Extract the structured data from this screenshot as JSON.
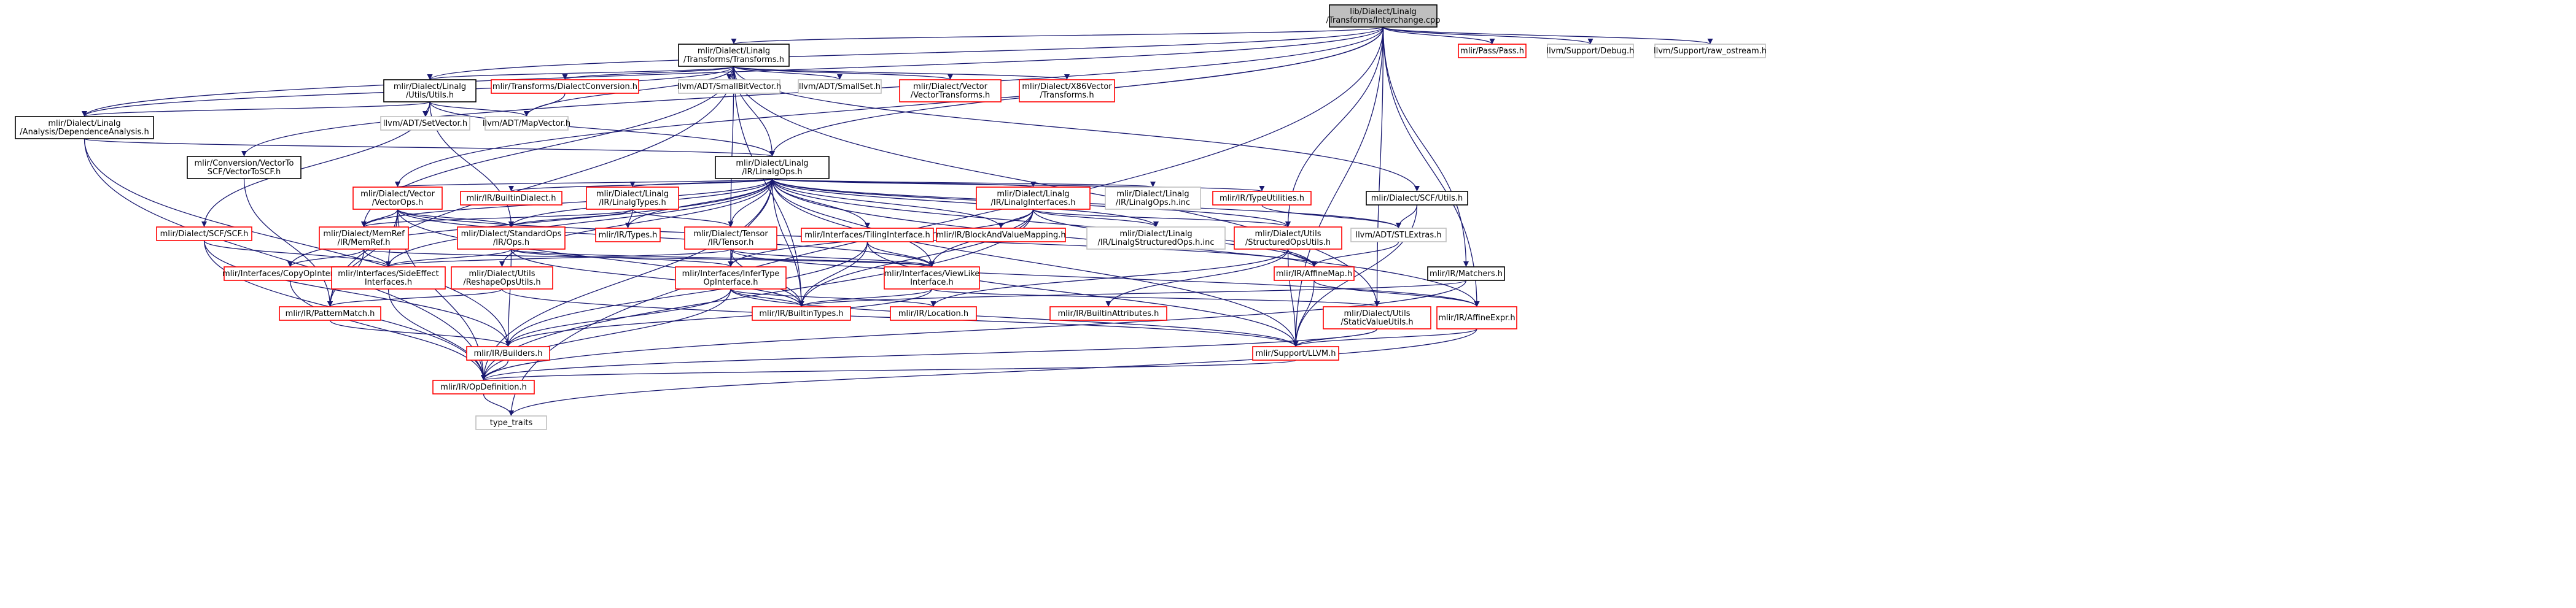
{
  "colors": {
    "root_fill": "#bfbfbf",
    "root_border": "#000000",
    "documented_border": "#000000",
    "red_border": "#ff0000",
    "gray_border": "#bfbfbf",
    "edge": "#191970",
    "text": "#000000"
  },
  "nodes": [
    {
      "id": "root",
      "lines": [
        "lib/Dialect/Linalg",
        "/Transforms/Interchange.cpp"
      ],
      "style": "root"
    },
    {
      "id": "transforms",
      "lines": [
        "mlir/Dialect/Linalg",
        "/Transforms/Transforms.h"
      ],
      "style": "doc"
    },
    {
      "id": "pass",
      "lines": [
        "mlir/Pass/Pass.h"
      ],
      "style": "red"
    },
    {
      "id": "debug",
      "lines": [
        "llvm/Support/Debug.h"
      ],
      "style": "gray"
    },
    {
      "id": "raw_ostream",
      "lines": [
        "llvm/Support/raw_ostream.h"
      ],
      "style": "gray"
    },
    {
      "id": "utils",
      "lines": [
        "mlir/Dialect/Linalg",
        "/Utils/Utils.h"
      ],
      "style": "doc"
    },
    {
      "id": "dialectconv",
      "lines": [
        "mlir/Transforms/DialectConversion.h"
      ],
      "style": "red"
    },
    {
      "id": "smallbitvector",
      "lines": [
        "llvm/ADT/SmallBitVector.h"
      ],
      "style": "gray"
    },
    {
      "id": "smallset",
      "lines": [
        "llvm/ADT/SmallSet.h"
      ],
      "style": "gray"
    },
    {
      "id": "vectortransforms",
      "lines": [
        "mlir/Dialect/Vector",
        "/VectorTransforms.h"
      ],
      "style": "red"
    },
    {
      "id": "x86vector",
      "lines": [
        "mlir/Dialect/X86Vector",
        "/Transforms.h"
      ],
      "style": "red"
    },
    {
      "id": "depanalysis",
      "lines": [
        "mlir/Dialect/Linalg",
        "/Analysis/DependenceAnalysis.h"
      ],
      "style": "doc"
    },
    {
      "id": "setvector",
      "lines": [
        "llvm/ADT/SetVector.h"
      ],
      "style": "gray"
    },
    {
      "id": "mapvector",
      "lines": [
        "llvm/ADT/MapVector.h"
      ],
      "style": "gray"
    },
    {
      "id": "conv_vectorscf",
      "lines": [
        "mlir/Conversion/VectorTo",
        "SCF/VectorToSCF.h"
      ],
      "style": "doc"
    },
    {
      "id": "linalgops",
      "lines": [
        "mlir/Dialect/Linalg",
        "/IR/LinalgOps.h"
      ],
      "style": "doc"
    },
    {
      "id": "vectorops",
      "lines": [
        "mlir/Dialect/Vector",
        "/VectorOps.h"
      ],
      "style": "red"
    },
    {
      "id": "builtindialect",
      "lines": [
        "mlir/IR/BuiltinDialect.h"
      ],
      "style": "red"
    },
    {
      "id": "linalgtypes",
      "lines": [
        "mlir/Dialect/Linalg",
        "/IR/LinalgTypes.h"
      ],
      "style": "red"
    },
    {
      "id": "linalginterfaces",
      "lines": [
        "mlir/Dialect/Linalg",
        "/IR/LinalgInterfaces.h"
      ],
      "style": "red"
    },
    {
      "id": "linalgopsinc",
      "lines": [
        "mlir/Dialect/Linalg",
        "/IR/LinalgOps.h.inc"
      ],
      "style": "gray"
    },
    {
      "id": "typeutilities",
      "lines": [
        "mlir/IR/TypeUtilities.h"
      ],
      "style": "red"
    },
    {
      "id": "scfutils",
      "lines": [
        "mlir/Dialect/SCF/Utils.h"
      ],
      "style": "doc"
    },
    {
      "id": "scf",
      "lines": [
        "mlir/Dialect/SCF/SCF.h"
      ],
      "style": "red"
    },
    {
      "id": "memref",
      "lines": [
        "mlir/Dialect/MemRef",
        "/IR/MemRef.h"
      ],
      "style": "red"
    },
    {
      "id": "standardops",
      "lines": [
        "mlir/Dialect/StandardOps",
        "/IR/Ops.h"
      ],
      "style": "red"
    },
    {
      "id": "irtypes",
      "lines": [
        "mlir/IR/Types.h"
      ],
      "style": "red"
    },
    {
      "id": "tensor",
      "lines": [
        "mlir/Dialect/Tensor",
        "/IR/Tensor.h"
      ],
      "style": "red"
    },
    {
      "id": "tilinginterface",
      "lines": [
        "mlir/Interfaces/TilingInterface.h"
      ],
      "style": "red"
    },
    {
      "id": "blockandvalue",
      "lines": [
        "mlir/IR/BlockAndValueMapping.h"
      ],
      "style": "red"
    },
    {
      "id": "structuredopsinc",
      "lines": [
        "mlir/Dialect/Linalg",
        "/IR/LinalgStructuredOps.h.inc"
      ],
      "style": "gray"
    },
    {
      "id": "structuredopsutils",
      "lines": [
        "mlir/Dialect/Utils",
        "/StructuredOpsUtils.h"
      ],
      "style": "red"
    },
    {
      "id": "stlextras",
      "lines": [
        "llvm/ADT/STLExtras.h"
      ],
      "style": "gray"
    },
    {
      "id": "copyopinterface",
      "lines": [
        "mlir/Interfaces/CopyOpInterface.h"
      ],
      "style": "red"
    },
    {
      "id": "sideeffect",
      "lines": [
        "mlir/Interfaces/SideEffect",
        "Interfaces.h"
      ],
      "style": "red"
    },
    {
      "id": "reshapeopsutils",
      "lines": [
        "mlir/Dialect/Utils",
        "/ReshapeOpsUtils.h"
      ],
      "style": "red"
    },
    {
      "id": "infertype",
      "lines": [
        "mlir/Interfaces/InferType",
        "OpInterface.h"
      ],
      "style": "red"
    },
    {
      "id": "viewlike",
      "lines": [
        "mlir/Interfaces/ViewLike",
        "Interface.h"
      ],
      "style": "red"
    },
    {
      "id": "affinemap",
      "lines": [
        "mlir/IR/AffineMap.h"
      ],
      "style": "red"
    },
    {
      "id": "matchers",
      "lines": [
        "mlir/IR/Matchers.h"
      ],
      "style": "doc"
    },
    {
      "id": "patternmatch",
      "lines": [
        "mlir/IR/PatternMatch.h"
      ],
      "style": "red"
    },
    {
      "id": "builtintypes",
      "lines": [
        "mlir/IR/BuiltinTypes.h"
      ],
      "style": "red"
    },
    {
      "id": "location",
      "lines": [
        "mlir/IR/Location.h"
      ],
      "style": "red"
    },
    {
      "id": "builtinattributes",
      "lines": [
        "mlir/IR/BuiltinAttributes.h"
      ],
      "style": "red"
    },
    {
      "id": "staticvalueutils",
      "lines": [
        "mlir/Dialect/Utils",
        "/StaticValueUtils.h"
      ],
      "style": "red"
    },
    {
      "id": "affineexpr",
      "lines": [
        "mlir/IR/AffineExpr.h"
      ],
      "style": "red"
    },
    {
      "id": "builders",
      "lines": [
        "mlir/IR/Builders.h"
      ],
      "style": "red"
    },
    {
      "id": "llvm",
      "lines": [
        "mlir/Support/LLVM.h"
      ],
      "style": "red"
    },
    {
      "id": "opdefinition",
      "lines": [
        "mlir/IR/OpDefinition.h"
      ],
      "style": "red"
    },
    {
      "id": "type_traits",
      "lines": [
        "type_traits"
      ],
      "style": "gray"
    }
  ],
  "edges": [
    [
      "root",
      "transforms"
    ],
    [
      "root",
      "pass"
    ],
    [
      "root",
      "debug"
    ],
    [
      "root",
      "raw_ostream"
    ],
    [
      "root",
      "utils"
    ],
    [
      "root",
      "depanalysis"
    ],
    [
      "root",
      "conv_vectorscf"
    ],
    [
      "root",
      "linalgops"
    ],
    [
      "root",
      "vectorops"
    ],
    [
      "root",
      "structuredopsutils"
    ],
    [
      "root",
      "staticvalueutils"
    ],
    [
      "root",
      "matchers"
    ],
    [
      "root",
      "affineexpr"
    ],
    [
      "root",
      "llvm"
    ],
    [
      "root",
      "type_traits"
    ],
    [
      "transforms",
      "utils"
    ],
    [
      "transforms",
      "dialectconv"
    ],
    [
      "transforms",
      "smallbitvector"
    ],
    [
      "transforms",
      "smallset"
    ],
    [
      "transforms",
      "vectortransforms"
    ],
    [
      "transforms",
      "x86vector"
    ],
    [
      "transforms",
      "depanalysis"
    ],
    [
      "transforms",
      "mapvector"
    ],
    [
      "transforms",
      "linalgops"
    ],
    [
      "transforms",
      "scfutils"
    ],
    [
      "transforms",
      "memref"
    ],
    [
      "transforms",
      "tensor"
    ],
    [
      "transforms",
      "patternmatch"
    ],
    [
      "transforms",
      "builtintypes"
    ],
    [
      "transforms",
      "staticvalueutils"
    ],
    [
      "utils",
      "depanalysis"
    ],
    [
      "utils",
      "setvector"
    ],
    [
      "utils",
      "mapvector"
    ],
    [
      "utils",
      "linalgops"
    ],
    [
      "utils",
      "scf"
    ],
    [
      "utils",
      "standardops"
    ],
    [
      "dialectconv",
      "mapvector"
    ],
    [
      "depanalysis",
      "linalgops"
    ],
    [
      "depanalysis",
      "builders"
    ],
    [
      "depanalysis",
      "opdefinition"
    ],
    [
      "conv_vectorscf",
      "patternmatch"
    ],
    [
      "linalgops",
      "vectorops"
    ],
    [
      "linalgops",
      "builtindialect"
    ],
    [
      "linalgops",
      "linalgtypes"
    ],
    [
      "linalgops",
      "linalginterfaces"
    ],
    [
      "linalgops",
      "linalgopsinc"
    ],
    [
      "linalgops",
      "typeutilities"
    ],
    [
      "linalgops",
      "structuredopsinc"
    ],
    [
      "linalgops",
      "structuredopsutils"
    ],
    [
      "linalgops",
      "stlextras"
    ],
    [
      "linalgops",
      "memref"
    ],
    [
      "linalgops",
      "standardops"
    ],
    [
      "linalgops",
      "irtypes"
    ],
    [
      "linalgops",
      "tensor"
    ],
    [
      "linalgops",
      "tilinginterface"
    ],
    [
      "linalgops",
      "blockandvalue"
    ],
    [
      "linalgops",
      "copyopinterface"
    ],
    [
      "linalgops",
      "sideeffect"
    ],
    [
      "linalgops",
      "reshapeopsutils"
    ],
    [
      "linalgops",
      "infertype"
    ],
    [
      "linalgops",
      "viewlike"
    ],
    [
      "linalgops",
      "affinemap"
    ],
    [
      "linalgops",
      "builtintypes"
    ],
    [
      "linalgops",
      "llvm"
    ],
    [
      "linalgops",
      "affineexpr"
    ],
    [
      "linalgops",
      "opdefinition"
    ],
    [
      "vectorops",
      "memref"
    ],
    [
      "vectorops",
      "standardops"
    ],
    [
      "vectorops",
      "sideeffect"
    ],
    [
      "vectorops",
      "viewlike"
    ],
    [
      "vectorops",
      "affinemap"
    ],
    [
      "vectorops",
      "patternmatch"
    ],
    [
      "vectorops",
      "builtintypes"
    ],
    [
      "vectorops",
      "opdefinition"
    ],
    [
      "linalgtypes",
      "memref"
    ],
    [
      "linalgtypes",
      "standardops"
    ],
    [
      "linalgtypes",
      "irtypes"
    ],
    [
      "linalgtypes",
      "tensor"
    ],
    [
      "linalginterfaces",
      "blockandvalue"
    ],
    [
      "linalginterfaces",
      "structuredopsinc"
    ],
    [
      "linalginterfaces",
      "structuredopsutils"
    ],
    [
      "linalginterfaces",
      "viewlike"
    ],
    [
      "linalginterfaces",
      "infertype"
    ],
    [
      "linalginterfaces",
      "affinemap"
    ],
    [
      "linalginterfaces",
      "builtintypes"
    ],
    [
      "linalginterfaces",
      "opdefinition"
    ],
    [
      "typeutilities",
      "stlextras"
    ],
    [
      "scfutils",
      "stlextras"
    ],
    [
      "scfutils",
      "llvm"
    ],
    [
      "scf",
      "sideeffect"
    ],
    [
      "scf",
      "builders"
    ],
    [
      "scf",
      "opdefinition"
    ],
    [
      "memref",
      "copyopinterface"
    ],
    [
      "memref",
      "sideeffect"
    ],
    [
      "memref",
      "viewlike"
    ],
    [
      "memref",
      "patternmatch"
    ],
    [
      "standardops",
      "sideeffect"
    ],
    [
      "standardops",
      "viewlike"
    ],
    [
      "standardops",
      "builders"
    ],
    [
      "standardops",
      "builtintypes"
    ],
    [
      "standardops",
      "infertype"
    ],
    [
      "tensor",
      "sideeffect"
    ],
    [
      "tensor",
      "viewlike"
    ],
    [
      "tensor",
      "builtintypes"
    ],
    [
      "tensor",
      "infertype"
    ],
    [
      "tensor",
      "affineexpr"
    ],
    [
      "tilinginterface",
      "viewlike"
    ],
    [
      "tilinginterface",
      "builtintypes"
    ],
    [
      "tilinginterface",
      "llvm"
    ],
    [
      "tilinginterface",
      "builders"
    ],
    [
      "structuredopsutils",
      "affinemap"
    ],
    [
      "structuredopsutils",
      "builtinattributes"
    ],
    [
      "structuredopsutils",
      "location"
    ],
    [
      "structuredopsutils",
      "llvm"
    ],
    [
      "stlextras",
      "affinemap"
    ],
    [
      "copyopinterface",
      "opdefinition"
    ],
    [
      "sideeffect",
      "opdefinition"
    ],
    [
      "reshapeopsutils",
      "patternmatch"
    ],
    [
      "reshapeopsutils",
      "llvm"
    ],
    [
      "infertype",
      "builtintypes"
    ],
    [
      "infertype",
      "location"
    ],
    [
      "infertype",
      "builders"
    ],
    [
      "infertype",
      "llvm"
    ],
    [
      "infertype",
      "opdefinition"
    ],
    [
      "viewlike",
      "builtintypes"
    ],
    [
      "viewlike",
      "builders"
    ],
    [
      "viewlike",
      "staticvalueutils"
    ],
    [
      "affinemap",
      "llvm"
    ],
    [
      "affinemap",
      "affineexpr"
    ],
    [
      "matchers",
      "builtintypes"
    ],
    [
      "matchers",
      "opdefinition"
    ],
    [
      "patternmatch",
      "builders"
    ],
    [
      "staticvalueutils",
      "llvm"
    ],
    [
      "staticvalueutils",
      "opdefinition"
    ],
    [
      "affineexpr",
      "llvm"
    ],
    [
      "affineexpr",
      "type_traits"
    ],
    [
      "builders",
      "opdefinition"
    ],
    [
      "llvm",
      "opdefinition"
    ],
    [
      "opdefinition",
      "type_traits"
    ]
  ]
}
